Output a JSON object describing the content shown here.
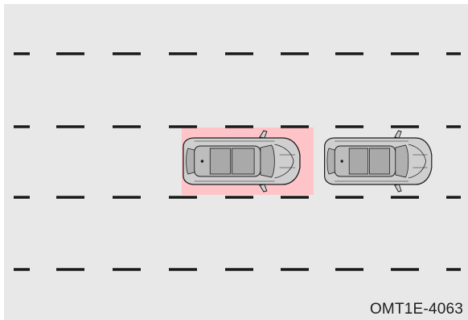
{
  "figure": {
    "code": "OMT1E-4063",
    "background_color": "#e8e8e8",
    "lane_mark_color": "#1a1a1a",
    "highlight_color": "#ffc4c8",
    "vehicle_body_color": "#cfcfcf",
    "vehicle_roof_color": "#b9b9b9",
    "vehicle_outline_color": "#1a1a1a"
  },
  "lanes": [
    {
      "name": "lane-1",
      "type": "dashed"
    },
    {
      "name": "lane-2",
      "type": "dashed"
    },
    {
      "name": "lane-3",
      "type": "dashed"
    },
    {
      "name": "lane-4",
      "type": "dashed"
    }
  ],
  "vehicles": [
    {
      "name": "own-vehicle",
      "highlighted": true
    },
    {
      "name": "vehicle-ahead",
      "highlighted": false
    }
  ]
}
